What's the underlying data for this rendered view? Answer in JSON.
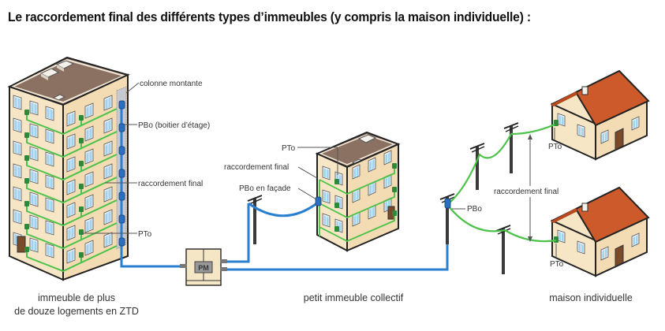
{
  "title": "Le raccordement final des différents types d’immeubles (y compris la maison individuelle) :",
  "colors": {
    "fiber_blue": "#2a7fd0",
    "final_green": "#4cc24a",
    "facade": "#f7e6c6",
    "facade_shade": "#f0d9b0",
    "roof_flat": "#8a7161",
    "roof_tile": "#cc5a2a",
    "pole": "#3a3a3a",
    "pto_green": "#2e8a3a",
    "pbo_blue": "#2a6fc0"
  },
  "buildings": {
    "tall": {
      "caption_line1": "immeuble de plus",
      "caption_line2": "de douze logements en ZTD",
      "labels": {
        "riser": "colonne montante",
        "pbo": "PBo (boitier d’étage)",
        "final": "raccordement final",
        "pto": "PTo"
      }
    },
    "small": {
      "caption": "petit immeuble collectif",
      "labels": {
        "pto": "PTo",
        "final": "raccordement final",
        "pbo": "PBo en façade"
      }
    },
    "house": {
      "caption": "maison individuelle",
      "labels": {
        "pto_top": "PTo",
        "final": "raccordement final",
        "pbo": "PBo",
        "pto_bottom": "PTo"
      }
    }
  },
  "pm": {
    "label": "PM"
  }
}
